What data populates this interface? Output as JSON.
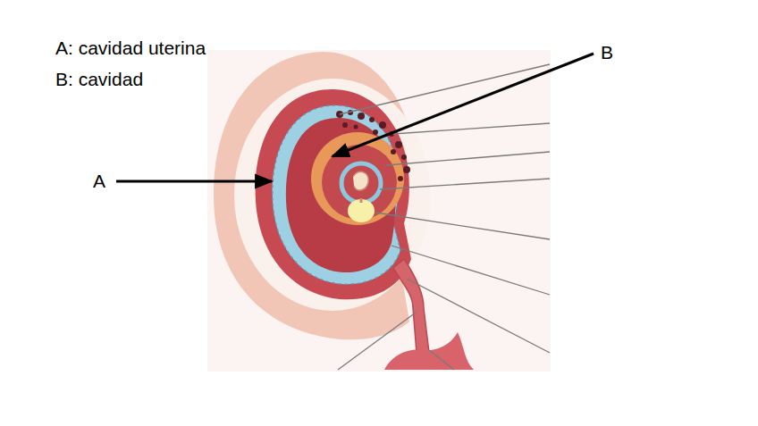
{
  "diagram": {
    "labels": [
      "A: cavidad uterina",
      "B: cavidad",
      "B",
      "A"
    ]
  }
}
